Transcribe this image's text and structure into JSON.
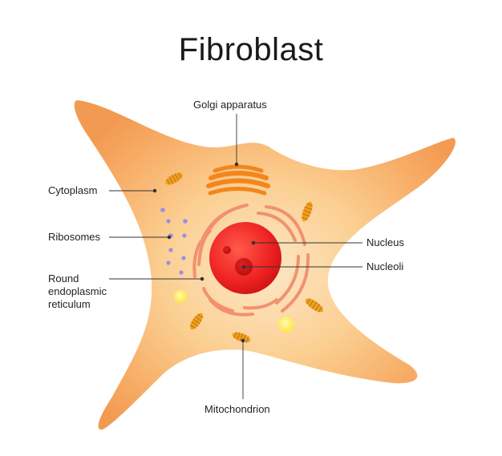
{
  "title": "Fibroblast",
  "labels": {
    "golgi": "Golgi apparatus",
    "cytoplasm": "Cytoplasm",
    "ribosomes": "Ribosomes",
    "rer_line1": "Round",
    "rer_line2": "endoplasmic",
    "rer_line3": "reticulum",
    "nucleus": "Nucleus",
    "nucleoli": "Nucleoli",
    "mitochondrion": "Mitochondrion"
  },
  "colors": {
    "cell_fill": "#f7b06a",
    "cell_edge": "#f29a52",
    "cell_inner": "#fce0b8",
    "nucleus": "#ee2222",
    "er": "#f08a6a",
    "golgi": "#f2861e",
    "mitochondria": "#f0a020",
    "ribosome": "#9a8ee8",
    "vesicle": "#fff04a"
  }
}
